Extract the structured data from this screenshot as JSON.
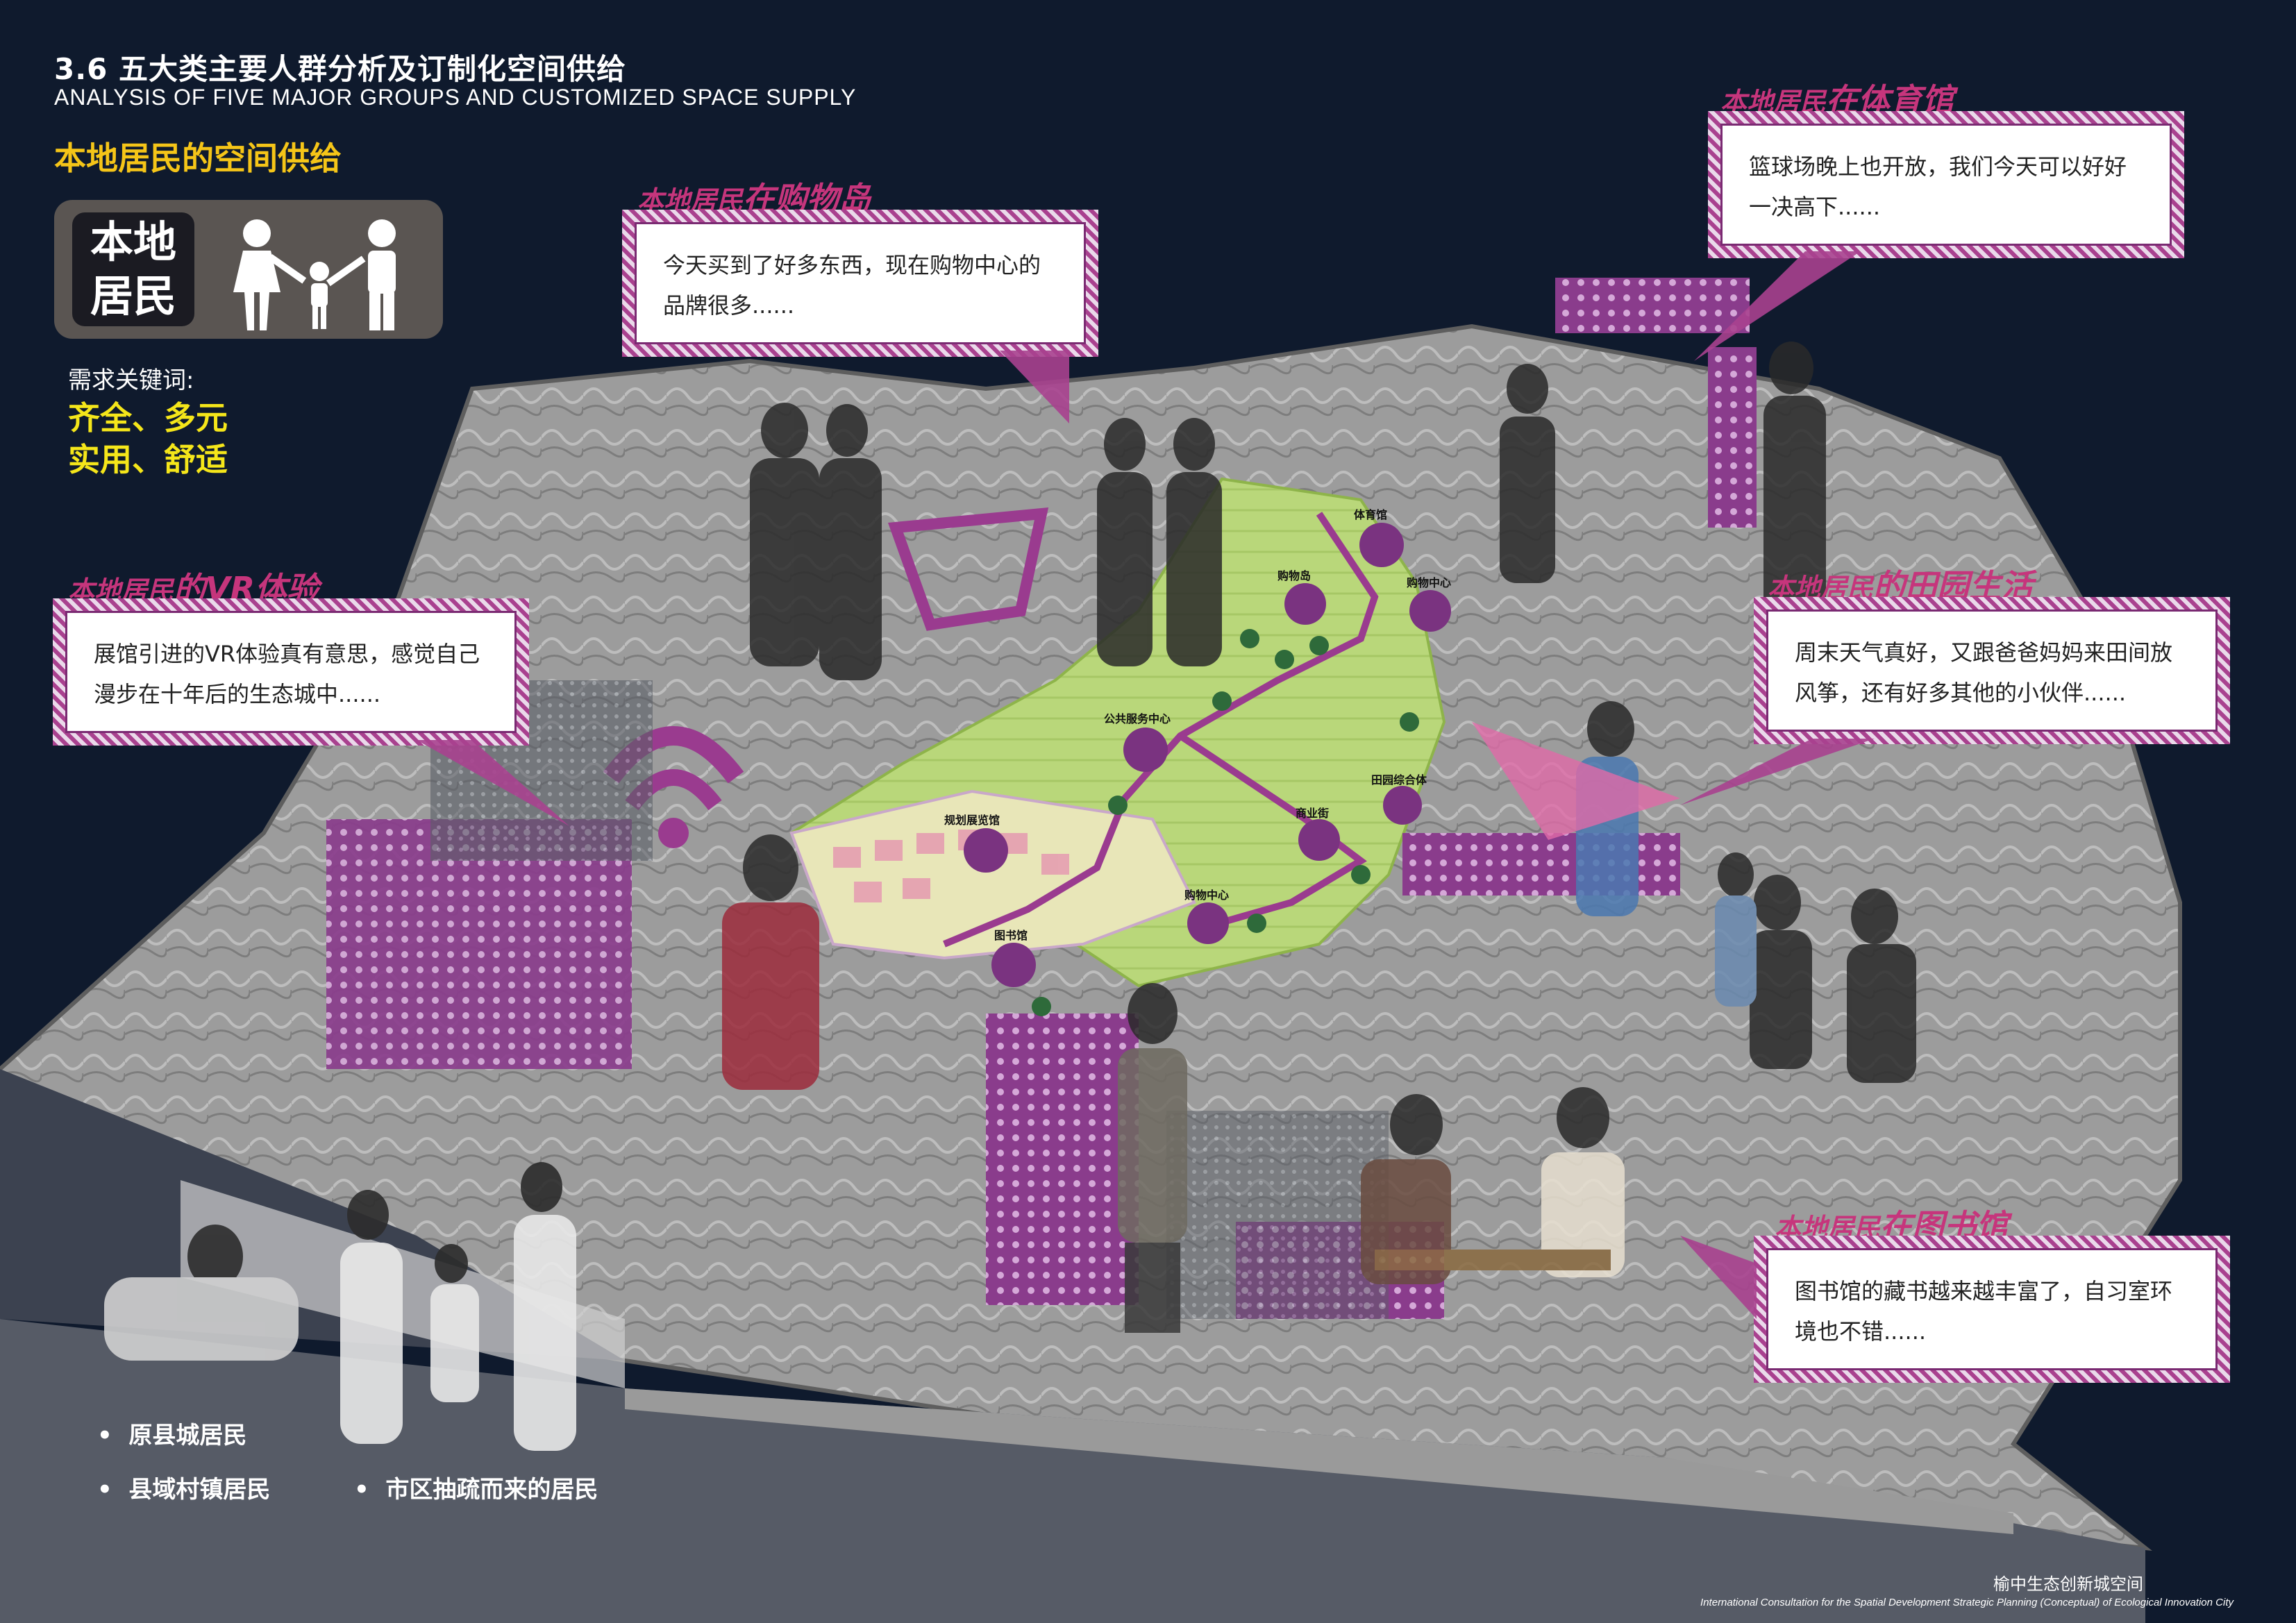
{
  "header": {
    "title": "3.6 五大类主要人群分析及订制化空间供给",
    "subtitle": "ANALYSIS OF FIVE MAJOR GROUPS AND CUSTOMIZED SPACE SUPPLY",
    "section": "本地居民的空间供给"
  },
  "badge": {
    "line1": "本地",
    "line2": "居民",
    "icon": "family-icon"
  },
  "keywords": {
    "label": "需求关键词:",
    "line1": "齐全、多元",
    "line2": "实用、舒适"
  },
  "callouts": {
    "shopping": {
      "head_small": "本地居民",
      "head_big": "在购物岛",
      "text": "今天买到了好多东西，现在购物中心的品牌很多......"
    },
    "gym": {
      "head_small": "本地居民",
      "head_big": "在体育馆",
      "text": "篮球场晚上也开放，我们今天可以好好一决高下......"
    },
    "vr": {
      "head_small": "本地居民",
      "head_big": "的VR体验",
      "text": "展馆引进的VR体验真有意思，感觉自己漫步在十年后的生态城中......"
    },
    "rural": {
      "head_small": "本地居民",
      "head_big": "的田园生活",
      "text": "周末天气真好，又跟爸爸妈妈来田间放风筝，还有好多其他的小伙伴......"
    },
    "library": {
      "head_small": "本地居民",
      "head_big": "在图书馆",
      "text": "图书馆的藏书越来越丰富了，自习室环境也不错......"
    }
  },
  "map_nodes": [
    "体育馆",
    "购物岛",
    "购物中心",
    "公共服务中心",
    "田园综合体",
    "商业街",
    "购物中心",
    "规划展览馆",
    "图书馆"
  ],
  "groups": [
    "原县城居民",
    "县域村镇居民",
    "市区抽疏而来的居民"
  ],
  "footer": {
    "cn": "榆中生态创新城空间",
    "en": "International Consultation for the Spatial Development Strategic Planning (Conceptual) of Ecological Innovation City"
  },
  "colors": {
    "background": "#0f1a2d",
    "accent_purple": "#a9418f",
    "accent_yellow": "#f5c518",
    "keyword_yellow": "#f5e61a",
    "green_zone": "#b9d77a"
  }
}
